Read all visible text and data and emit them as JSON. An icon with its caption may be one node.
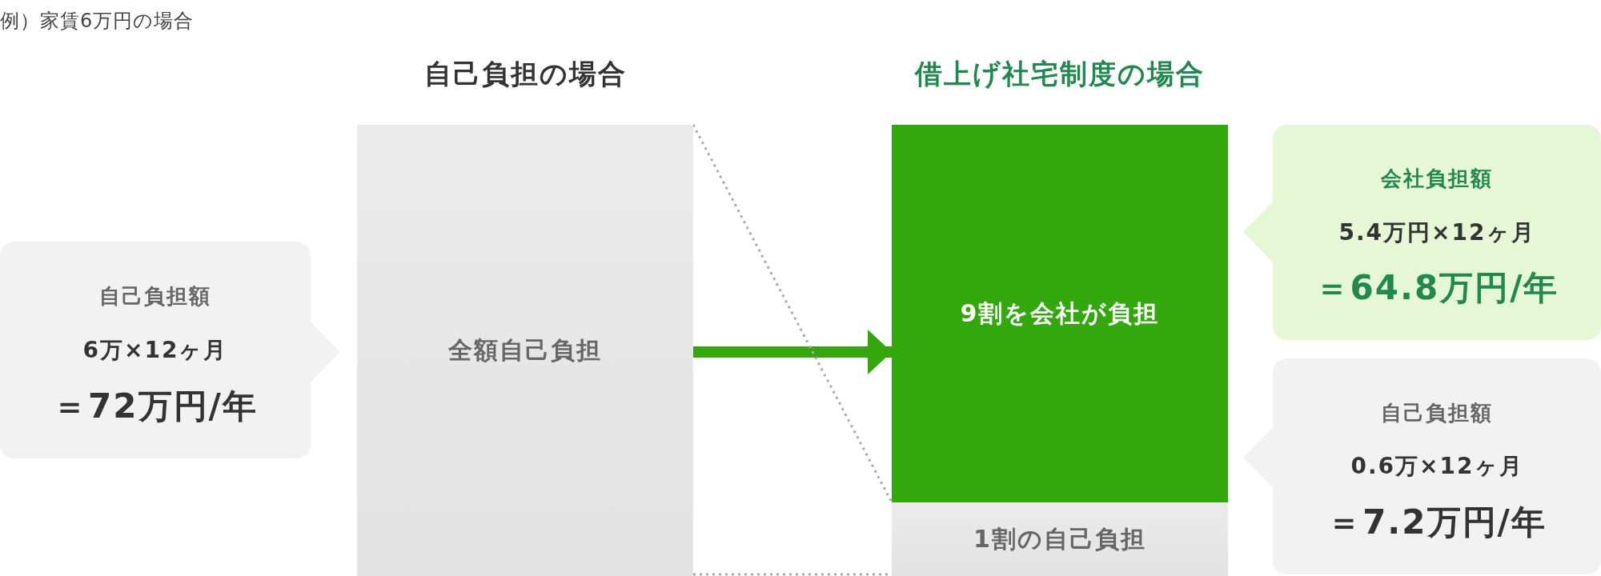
{
  "diagram": {
    "title": "例）家賃6万円の場合",
    "nodes": [
      {
        "text": [
          "自己負担額",
          "6万×12ヶ月",
          "＝72万円/年"
        ]
      },
      {
        "text": [
          "自己負担の場合",
          "全額自己負担"
        ]
      },
      {
        "text": [
          "借上げ社宅制度の場合",
          "9割を会社が負担"
        ]
      },
      {
        "text": [
          "1割の自己負担"
        ]
      },
      {
        "text": [
          "会社負担額",
          "5.4万円×12ヶ月",
          "＝64.8万円/年"
        ]
      },
      {
        "text": [
          "自己負担額",
          "0.6万×12ヶ月",
          "＝7.2万円/年"
        ]
      }
    ],
    "edges": [
      {
        "from": 1,
        "to": 2,
        "arrow": "to",
        "style": "thick",
        "color": "#33a80c"
      },
      {
        "from": 1,
        "to": 3,
        "arrow": "none",
        "style": "dashed"
      },
      {
        "from": 1,
        "to": 3,
        "arrow": "none",
        "style": "dashed"
      }
    ]
  }
}
